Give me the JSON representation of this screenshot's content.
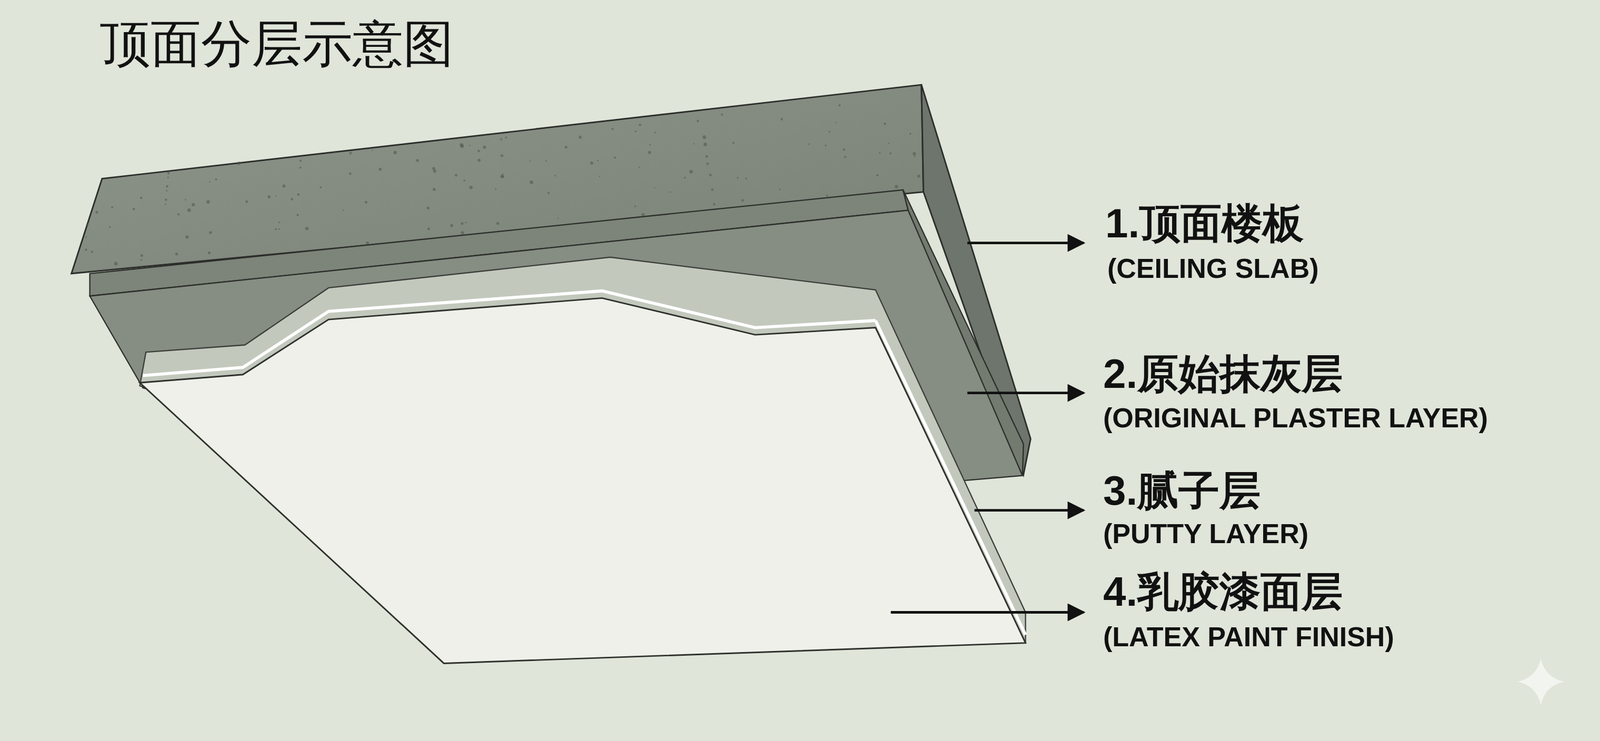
{
  "diagram": {
    "title": "顶面分层示意图",
    "labels": [
      "1.顶面楼板",
      "(CEILING SLAB)",
      "2.原始抹灰层",
      "(ORIGINAL PLASTER LAYER)",
      "3.腻子层",
      "(PUTTY LAYER)",
      "4.乳胶漆面层",
      "(LATEX PAINT FINISH)"
    ]
  }
}
